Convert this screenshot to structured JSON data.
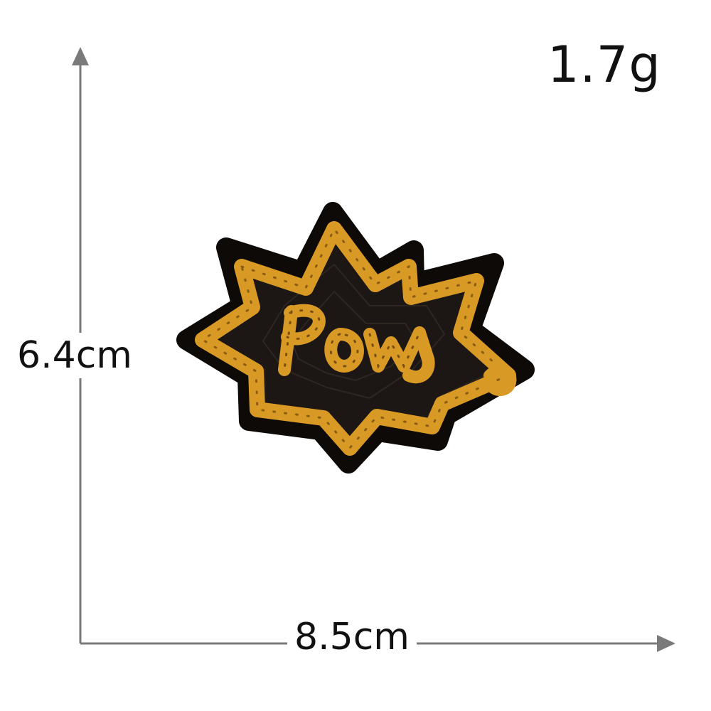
{
  "labels": {
    "weight": "1.7g",
    "height": "6.4cm",
    "width": "8.5cm"
  },
  "patch": {
    "text": "Pow",
    "colors": {
      "felt": "#0d0a08",
      "sequin_dark": "#1c1714",
      "sequin_gold": "#d99a25",
      "sequin_gold_light": "#f2c04a"
    }
  },
  "colors": {
    "axis": "#7a7a7a",
    "label": "#111111",
    "background": "#ffffff"
  }
}
